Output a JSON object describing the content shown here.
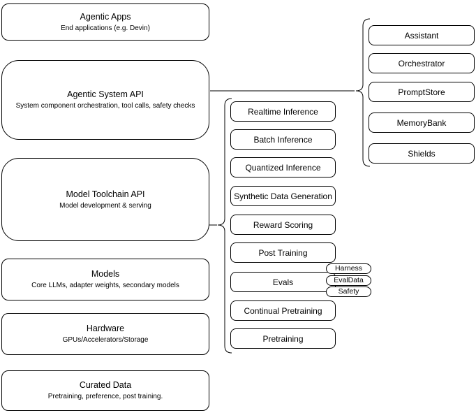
{
  "diagram": {
    "colors": {
      "stroke": "#000000",
      "fill": "#ffffff",
      "text": "#000000"
    },
    "left_column": [
      {
        "title": "Agentic Apps",
        "subtitle": "End applications (e.g. Devin)"
      },
      {
        "title": "Agentic System API",
        "subtitle": "System component orchestration, tool calls, safety checks"
      },
      {
        "title": "Model Toolchain API",
        "subtitle": "Model development & serving"
      },
      {
        "title": "Models",
        "subtitle": "Core LLMs, adapter weights, secondary models"
      },
      {
        "title": "Hardware",
        "subtitle": "GPUs/Accelerators/Storage"
      },
      {
        "title": "Curated Data",
        "subtitle": "Pretraining, preference, post training."
      }
    ],
    "toolchain_items": [
      "Realtime Inference",
      "Batch Inference",
      "Quantized Inference",
      "Synthetic Data Generation",
      "Reward Scoring",
      "Post Training",
      "Evals",
      "Continual Pretraining",
      "Pretraining"
    ],
    "eval_tags": [
      "Harness",
      "EvalData",
      "Safety"
    ],
    "system_components": [
      "Assistant",
      "Orchestrator",
      "PromptStore",
      "MemoryBank",
      "Shields"
    ]
  }
}
